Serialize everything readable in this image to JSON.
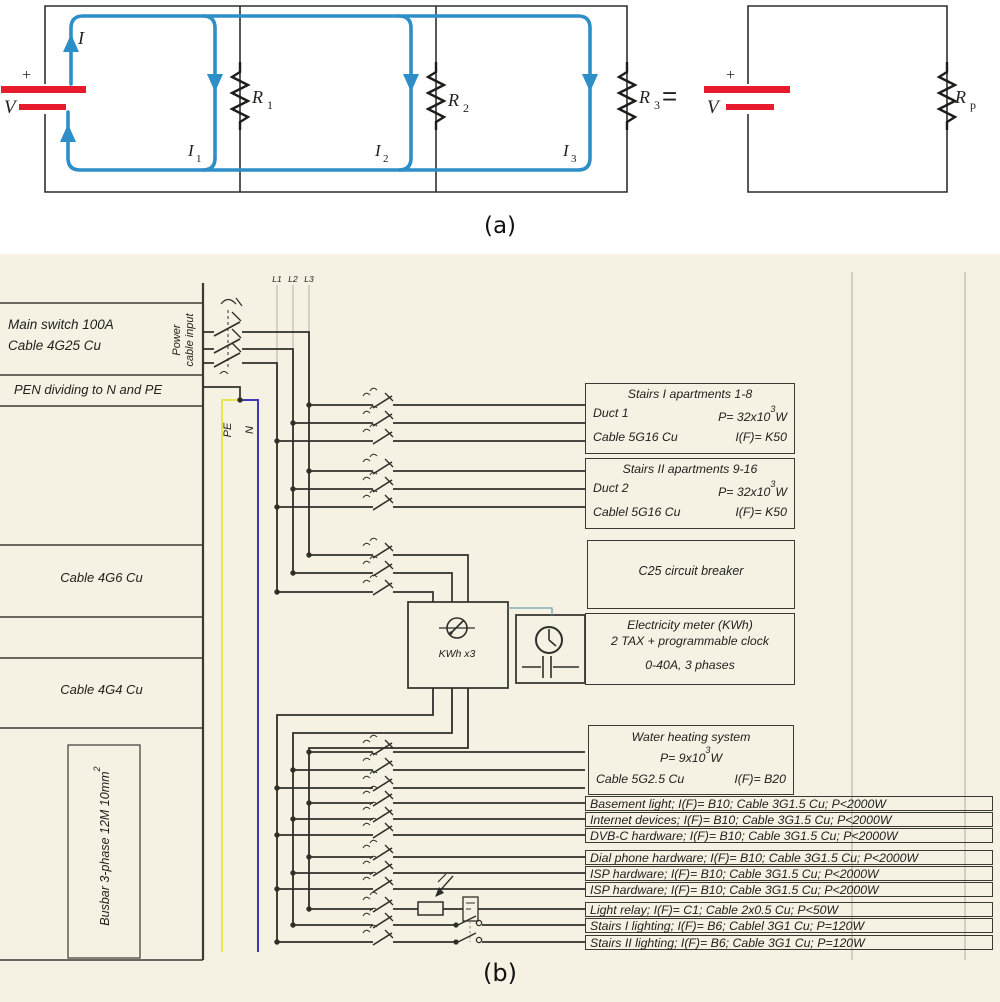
{
  "captions": {
    "a": "(a)",
    "b": "(b)"
  },
  "colors": {
    "current_blue": "#2e8ec8",
    "battery_red": "#e81b2e",
    "pe_yellow": "#e6e64e",
    "n_blue": "#3a3ab5",
    "panel_bg": "#f5f2e4",
    "line_dark": "#2f2f2a"
  },
  "circuit_a": {
    "plus": "+",
    "v": "V",
    "current": "I",
    "equals": "=",
    "r1b": "R",
    "r1s": "1",
    "r2b": "R",
    "r2s": "2",
    "r3b": "R",
    "r3s": "3",
    "rpb": "R",
    "rps": "p",
    "i1b": "I",
    "i1s": "1",
    "i2b": "I",
    "i2s": "2",
    "i3b": "I",
    "i3s": "3",
    "plus2": "+",
    "v2": "V"
  },
  "panel_b": {
    "power_input_1": "Power",
    "power_input_2": "cable input",
    "l1": "L1",
    "l2": "L2",
    "l3": "L3",
    "pe": "PE",
    "n": "N",
    "meter_label": "KWh x3",
    "left": {
      "ms1": "Main switch 100A",
      "ms2": "Cable 4G25 Cu",
      "pen": "PEN dividing to N and PE",
      "c4g6": "Cable 4G6 Cu",
      "c4g4": "Cable 4G4 Cu",
      "busbar_pre": "Busbar 3-phase 12M 10mm",
      "busbar_sup": "2"
    },
    "stairs1": {
      "title": "Stairs I apartments 1-8",
      "duct": "Duct 1",
      "p_pre": "P= 32x10",
      "p_sup": "3",
      "p_post": "W",
      "cable": "Cable 5G16 Cu",
      "ifr": "I(F)= K50"
    },
    "stairs2": {
      "title": "Stairs II apartments 9-16",
      "duct": "Duct 2",
      "p_pre": "P= 32x10",
      "p_sup": "3",
      "p_post": "W",
      "cable": "Cablel 5G16 Cu",
      "ifr": "I(F)= K50"
    },
    "c25": "C25 circuit breaker",
    "emeter1": "Electricity meter (KWh)",
    "emeter2": "2 TAX + programmable clock",
    "emeter3": "0-40A, 3 phases",
    "water": {
      "title": "Water heating system",
      "p_pre": "P= 9x10",
      "p_sup": "3",
      "p_post": "W",
      "cable": "Cable 5G2.5 Cu",
      "ifr": "I(F)= B20"
    },
    "rows": [
      "Basement light; I(F)= B10; Cable 3G1.5 Cu; P<2000W",
      "Internet devices; I(F)= B10; Cable 3G1.5 Cu; P<2000W",
      "DVB-C hardware; I(F)= B10; Cable 3G1.5 Cu; P<2000W",
      "Dial phone hardware; I(F)= B10; Cable 3G1.5 Cu; P<2000W",
      "ISP hardware; I(F)= B10; Cable 3G1.5 Cu; P<2000W",
      "ISP hardware; I(F)= B10; Cable 3G1.5 Cu; P<2000W",
      "Light relay; I(F)= C1; Cable 2x0.5 Cu; P<50W",
      "Stairs I lighting; I(F)= B6; Cablel 3G1 Cu; P=120W",
      "Stairs II lighting; I(F)= B6; Cable 3G1 Cu; P=120W"
    ]
  }
}
